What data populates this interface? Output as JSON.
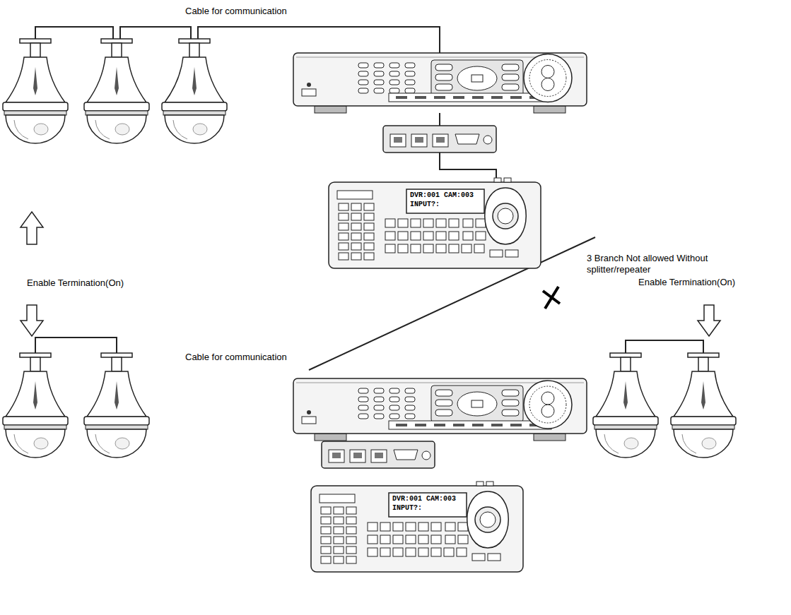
{
  "diagram": {
    "labels": [
      "Cable for communication",
      "DVR:001 CAM:003",
      "INPUT?:",
      "Enable Termination(On)",
      "3 Branch Not allowed Without splitter/repeater",
      "Enable Termination(On)",
      "Cable for communication",
      "DVR:001 CAM:003",
      "INPUT?:"
    ]
  }
}
